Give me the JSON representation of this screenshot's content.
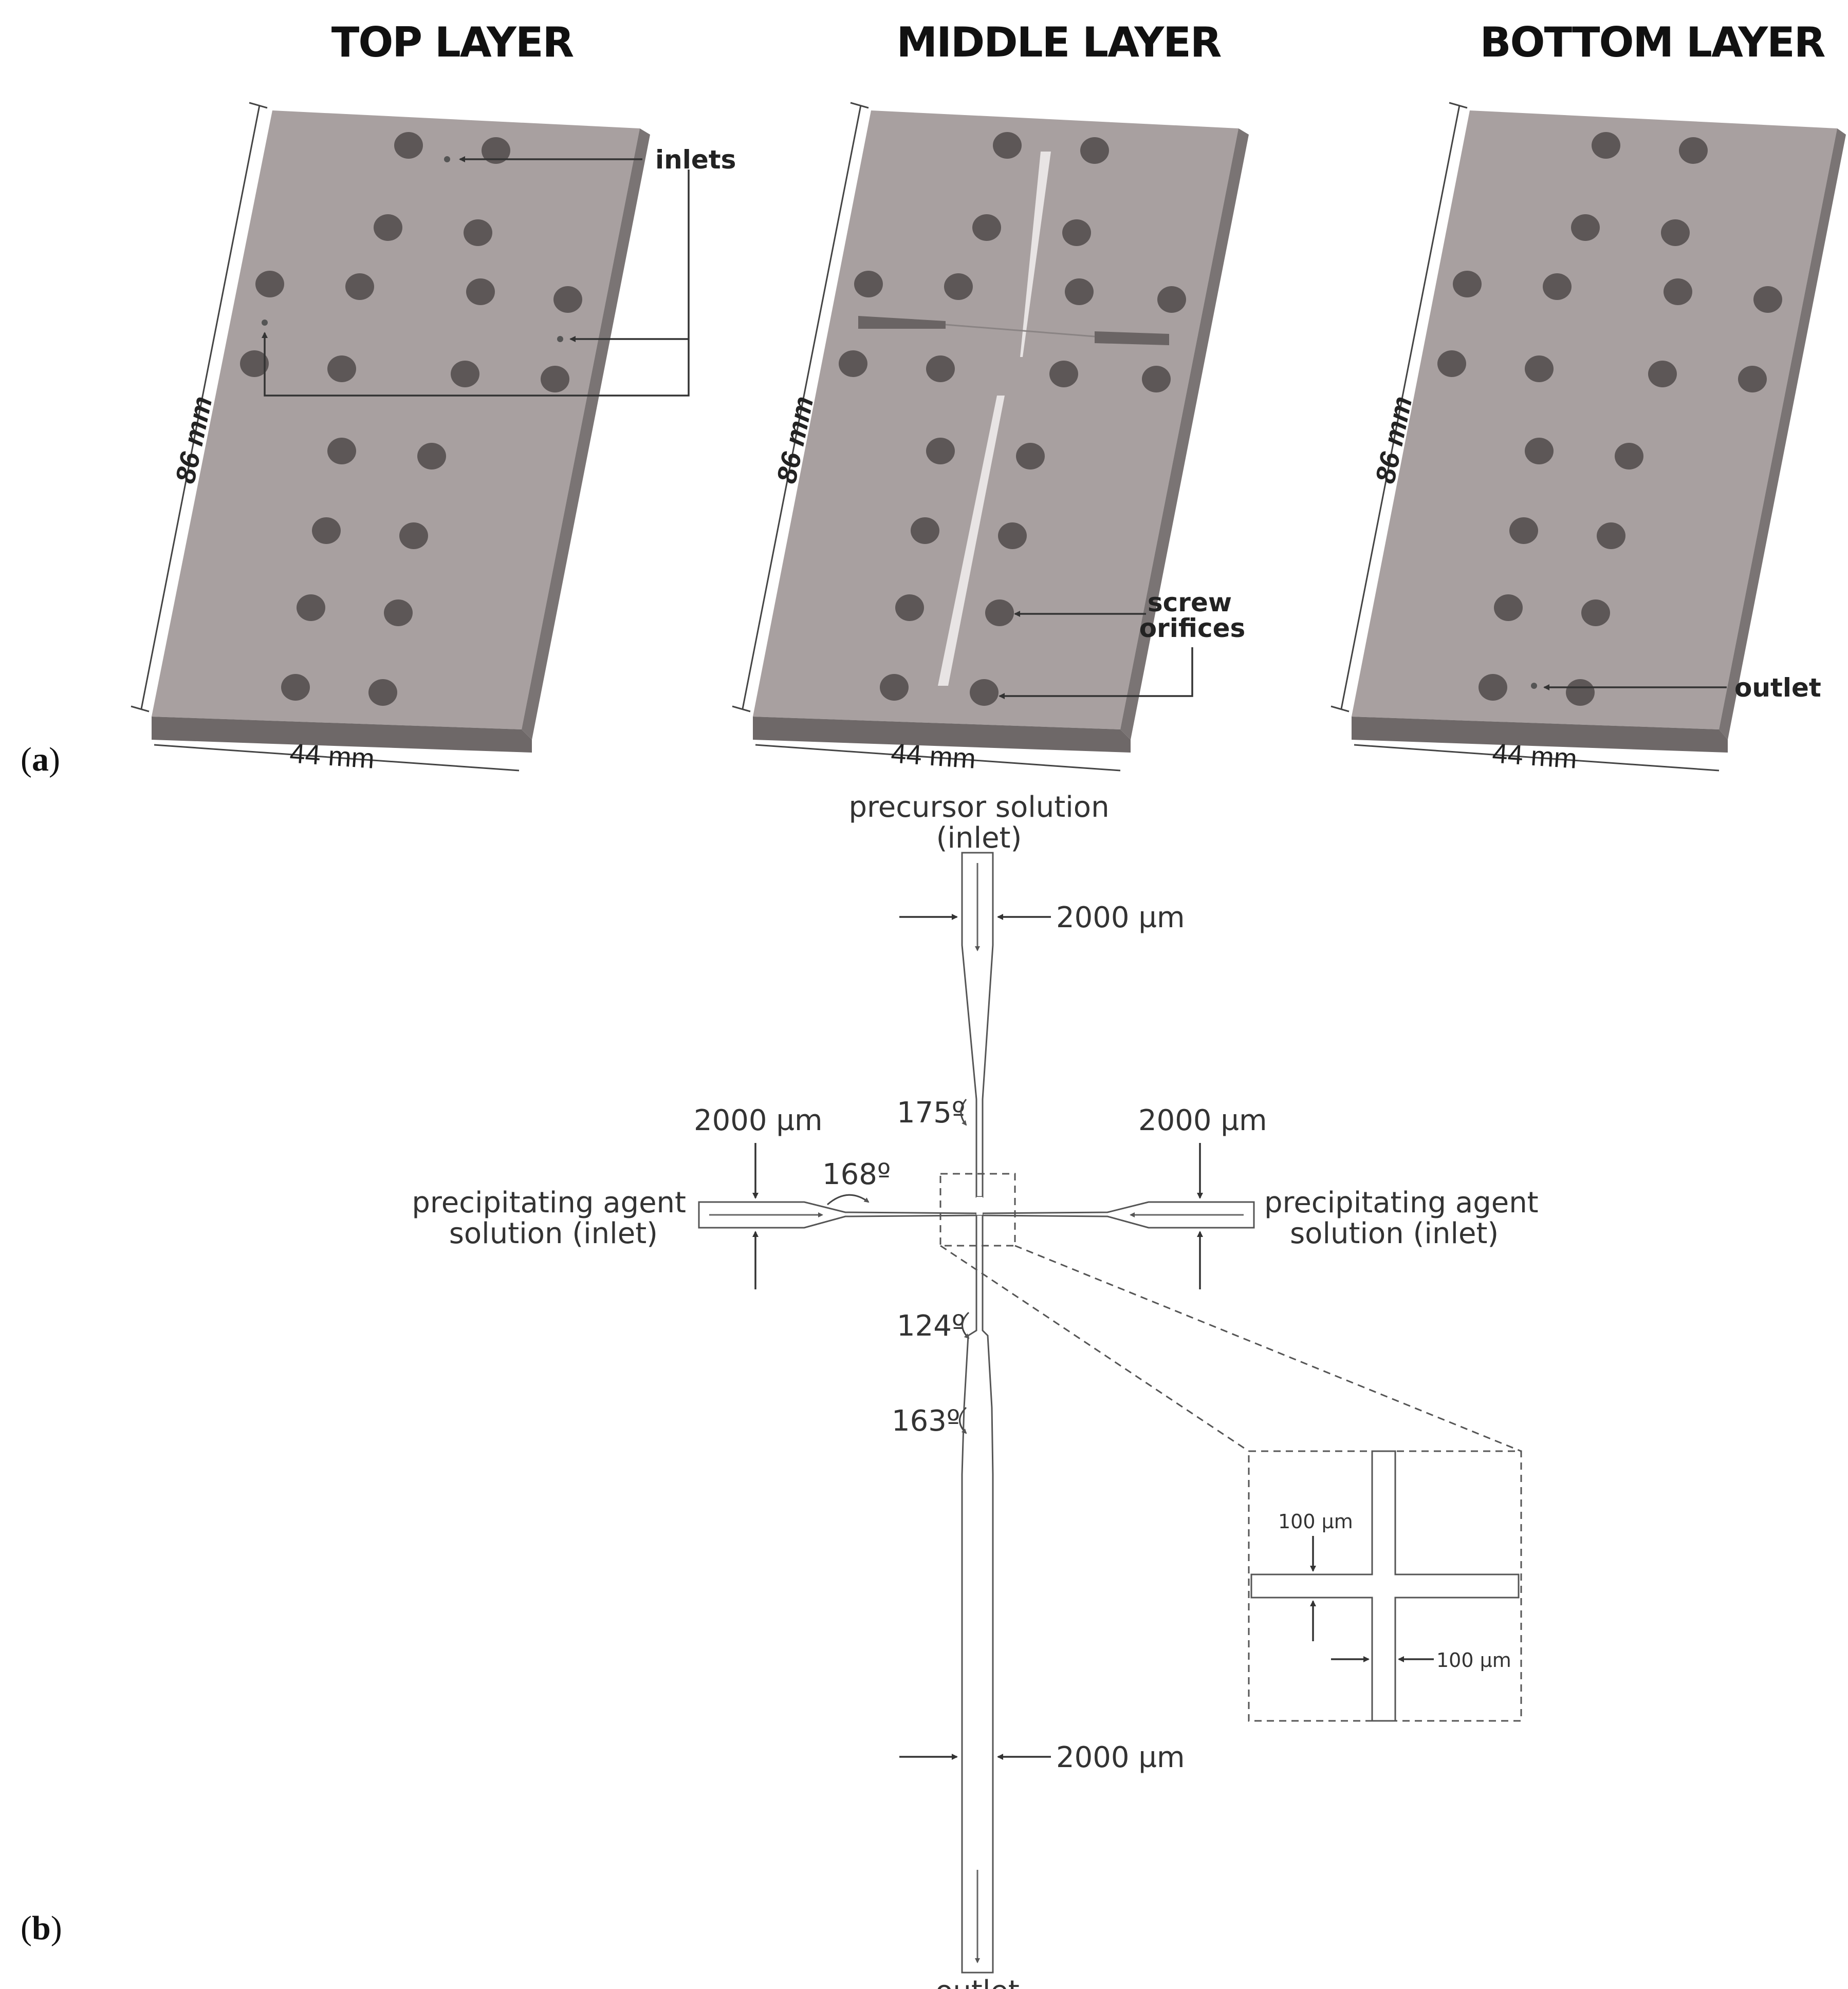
{
  "panel_a": {
    "label_open": "(",
    "label_letter": "a",
    "label_close": ")",
    "layers": [
      {
        "title": "TOP LAYER",
        "height_label": "86 mm",
        "width_label": "44 mm"
      },
      {
        "title": "MIDDLE LAYER",
        "height_label": "86 mm",
        "width_label": "44 mm"
      },
      {
        "title": "BOTTOM LAYER",
        "height_label": "86 mm",
        "width_label": "44 mm"
      }
    ],
    "annotations": {
      "inlets": "inlets",
      "screw_line1": "screw",
      "screw_line2": "orifices",
      "outlet": "outlet"
    }
  },
  "panel_b": {
    "label_open": "(",
    "label_letter": "b",
    "label_close": ")",
    "top_inlet_line1": "precursor solution",
    "top_inlet_line2": "(inlet)",
    "width_top": "2000 µm",
    "width_left": "2000 µm",
    "width_right": "2000 µm",
    "width_bottom": "2000 µm",
    "left_inlet_line1": "precipitating agent",
    "left_inlet_line2": "solution (inlet)",
    "right_inlet_line1": "precipitating agent",
    "right_inlet_line2": "solution (inlet)",
    "angle_175": "175º",
    "angle_168": "168º",
    "angle_124": "124º",
    "angle_163": "163º",
    "outlet": "outlet",
    "zoom_width_1": "100 µm",
    "zoom_width_2": "100 µm"
  }
}
